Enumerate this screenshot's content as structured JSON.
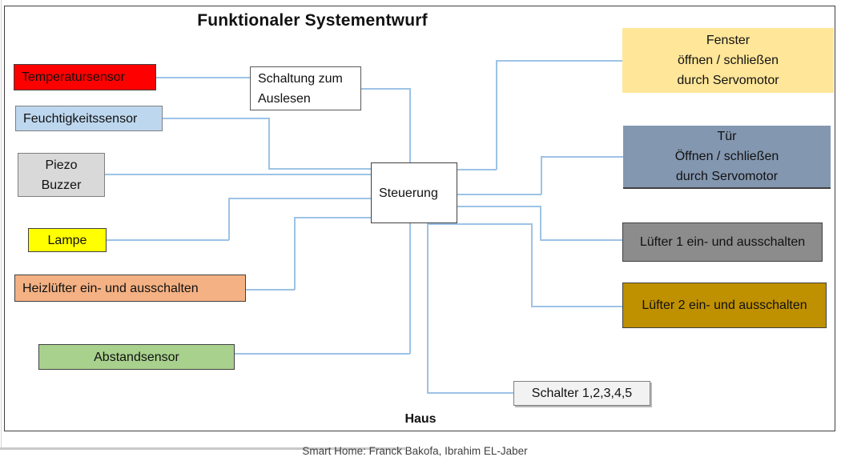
{
  "title": "Funktionaler Systementwurf",
  "haus_label": "Haus",
  "caption": "Smart Home: Franck Bakofa, Ibrahim EL-Jaber",
  "colors": {
    "connector": "#9DC3E6",
    "frame_border": "#3F3F3F",
    "text": "#111111",
    "caption_text": "#3F3F3F"
  },
  "nodes": {
    "temperatursensor": {
      "label": "Temperatursensor",
      "fill": "#FF0000"
    },
    "feuchtigkeitssensor": {
      "label": "Feuchtigkeitssensor",
      "fill": "#BDD7EE"
    },
    "piezo_buzzer": {
      "lines": [
        "Piezo",
        "Buzzer"
      ],
      "fill": "#D9D9D9"
    },
    "lampe": {
      "label": "Lampe",
      "fill": "#FFFF00"
    },
    "heizluefter": {
      "label": "Heizlüfter ein- und ausschalten",
      "fill": "#F4B183"
    },
    "abstandsensor": {
      "label": "Abstandsensor",
      "fill": "#A9D18E"
    },
    "schaltung": {
      "lines": [
        "Schaltung zum",
        "Auslesen"
      ],
      "fill": "#FFFFFF"
    },
    "steuerung": {
      "label": "Steuerung",
      "fill": "#FFFFFF"
    },
    "fenster": {
      "lines": [
        "Fenster",
        "öffnen / schließen",
        "durch Servomotor"
      ],
      "fill": "#FFE699"
    },
    "tuer": {
      "lines": [
        "Tür",
        "Öffnen / schließen",
        "durch Servomotor"
      ],
      "fill": "#8497B0"
    },
    "luefter1": {
      "label": "Lüfter 1 ein- und ausschalten",
      "fill": "#8C8C8C"
    },
    "luefter2": {
      "label": "Lüfter 2 ein- und ausschalten",
      "fill": "#BF9000"
    },
    "schalter": {
      "label": "Schalter 1,2,3,4,5",
      "fill": "#F2F2F2"
    }
  }
}
